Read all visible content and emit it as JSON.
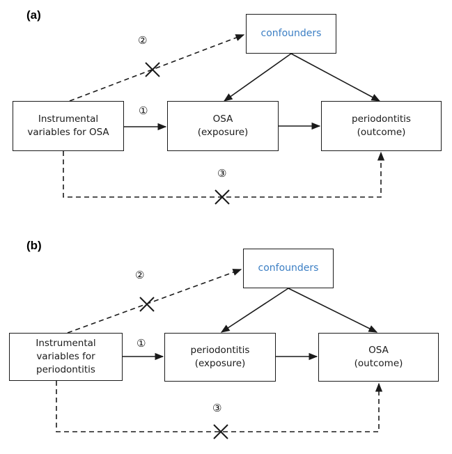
{
  "figure": {
    "panels": [
      {
        "label": "(a)",
        "confounders": "confounders",
        "instrument": [
          "Instrumental",
          "variables for OSA"
        ],
        "exposure": [
          "OSA",
          "(exposure)"
        ],
        "outcome": [
          "periodontitis",
          "(outcome)"
        ],
        "path_labels": [
          "①",
          "②",
          "③"
        ]
      },
      {
        "label": "(b)",
        "confounders": "confounders",
        "instrument": [
          "Instrumental",
          "variables for",
          "periodontitis"
        ],
        "exposure": [
          "periodontitis",
          "(exposure)"
        ],
        "outcome": [
          "OSA",
          "(outcome)"
        ],
        "path_labels": [
          "①",
          "②",
          "③"
        ]
      }
    ],
    "colors": {
      "confounders_text": "#3c7fc4",
      "line": "#1a1a1a"
    }
  }
}
